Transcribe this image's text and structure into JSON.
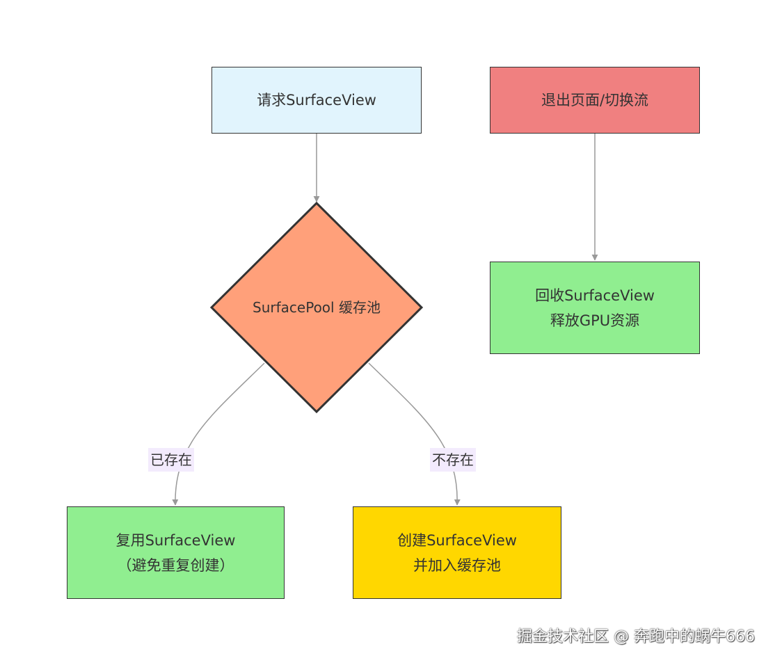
{
  "colors": {
    "request_fill": "#e1f4fd",
    "decision_fill": "#ffa07a",
    "exit_fill": "#f08080",
    "green_fill": "#90ee90",
    "create_fill": "#ffd700",
    "edge_stroke": "#999999",
    "label_bg": "#f3ebfd",
    "node_border": "#333333",
    "text": "#333333"
  },
  "nodes": {
    "request": {
      "line1": "请求SurfaceView"
    },
    "pool": {
      "label": "SurfacePool 缓存池"
    },
    "reuse": {
      "line1": "复用SurfaceView",
      "line2": "（避免重复创建）"
    },
    "create": {
      "line1": "创建SurfaceView",
      "line2": "并加入缓存池"
    },
    "exit": {
      "line1": "退出页面/切换流"
    },
    "recycle": {
      "line1": "回收SurfaceView",
      "line2": "释放GPU资源"
    }
  },
  "edges": {
    "exists_label": "已存在",
    "not_exists_label": "不存在"
  },
  "watermark": "掘金技术社区 @ 奔跑中的蜗牛666"
}
